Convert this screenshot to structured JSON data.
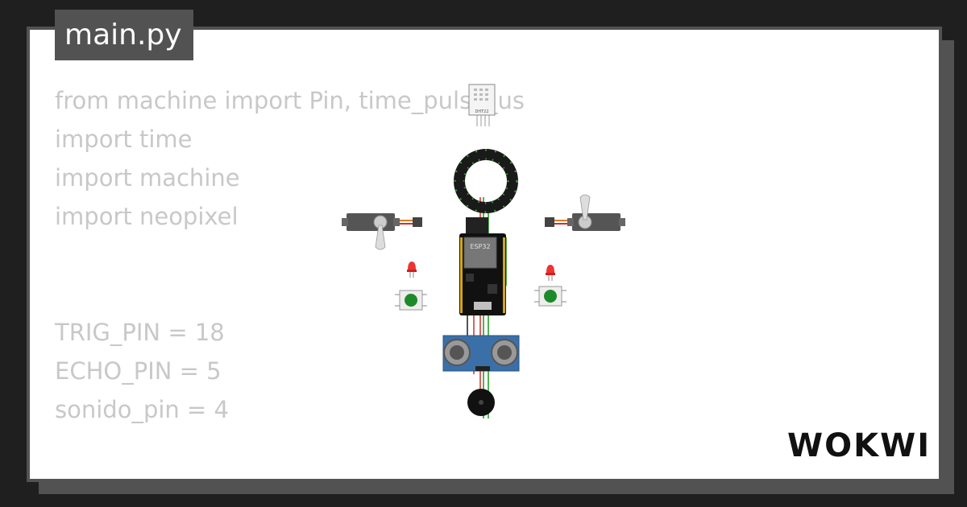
{
  "file_tab": {
    "title": "main.py"
  },
  "code": {
    "lines_top": [
      "from machine import Pin, time_pulse_us",
      "import time",
      "import machine",
      "import neopixel"
    ],
    "lines_bottom": [
      "TRIG_PIN = 18",
      "ECHO_PIN = 5",
      "sonido_pin = 4"
    ]
  },
  "diagram": {
    "board_label": "ESP32",
    "sensor_label": "DHT22",
    "components": [
      "dht22-sensor",
      "neopixel-ring",
      "servo-left",
      "servo-right",
      "esp32-board",
      "led-left",
      "led-right",
      "pushbutton-left",
      "pushbutton-right",
      "ultrasonic-sensor",
      "buzzer"
    ]
  },
  "brand": {
    "logo": "WOKWI"
  },
  "colors": {
    "background": "#1f1f1f",
    "card": "#ffffff",
    "frame": "#525252",
    "code_text": "#c8c8c8"
  }
}
